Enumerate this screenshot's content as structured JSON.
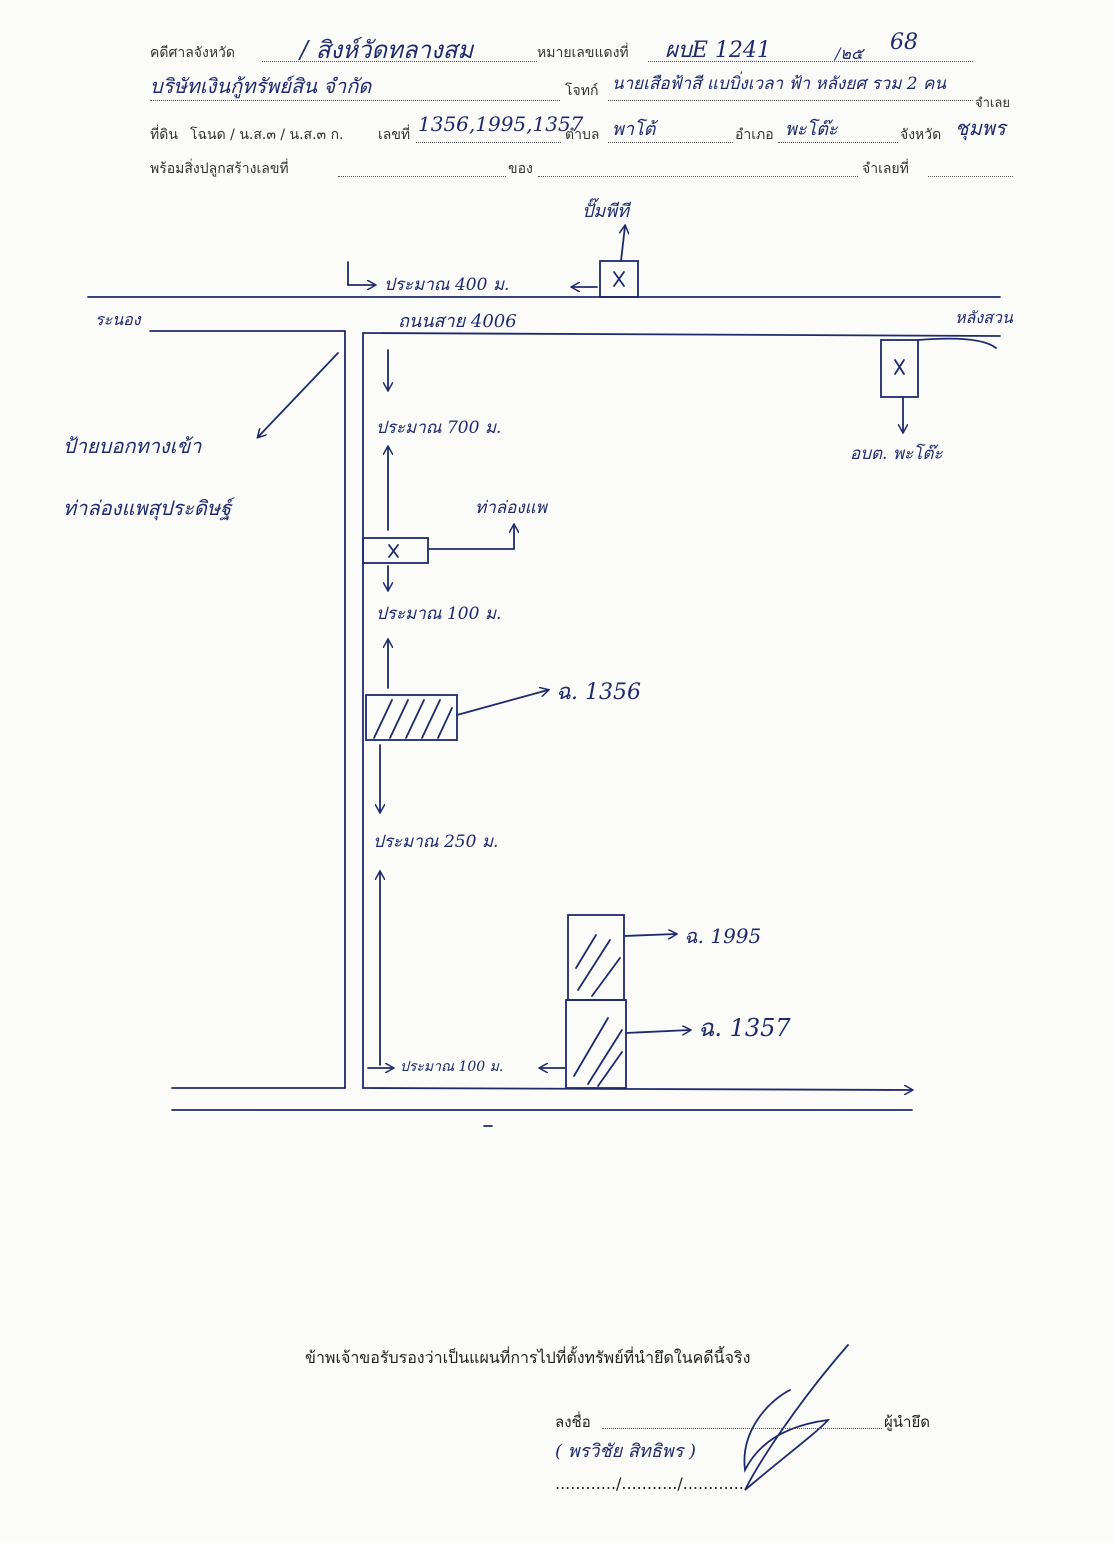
{
  "header": {
    "court_label": "คดีศาลจังหวัด",
    "court_value": "/ สิงห์วัดทลางสม",
    "case_no_label": "หมายเลขแดงที่",
    "case_no_value": "ผบE 1241",
    "case_year_sep": "/๒๕",
    "case_year": "68",
    "plaintiff_value": "บริษัทเงินกู้ทรัพย์สิน จำกัด",
    "defendant_label": "โจทก์",
    "defendant_value": "นายเสือฟ้าสี แบบิ่งเวลา ฟ้า หลังยศ รวม 2 คน",
    "debtor_label": "จำเลย",
    "land_label": "ที่ดิน",
    "land_doc_types": "โฉนด / น.ส.๓ / น.ส.๓ ก.",
    "land_no_label": "เลขที่",
    "land_no_value": "1356,1995,1357",
    "subdistrict_label": "ตำบล",
    "subdistrict_value": "พาโต้",
    "district_label": "อำเภอ",
    "district_value": "พะโต๊ะ",
    "province_label": "จังหวัด",
    "province_value": "ชุมพร",
    "building_label": "พร้อมสิ่งปลูกสร้างเลขที่",
    "of_label": "ของ",
    "debtor_no_label": "จำเลยที่"
  },
  "map": {
    "gas_station": "ปั๊มพีที",
    "dist_gas": "ประมาณ 400 ม.",
    "left_place": "ระนอง",
    "road_name": "ถนนสาย 4006",
    "right_place": "หลังสวน",
    "sign_line1": "ป้ายบอกทางเข้า",
    "sign_line2": "ท่าล่องแพสุประดิษฐ์",
    "dist_700": "ประมาณ 700 ม.",
    "raft_pier": "ท่าล่องแพ",
    "office": "อบต. พะโต๊ะ",
    "dist_100a": "ประมาณ 100 ม.",
    "plot_1356": "ฉ. 1356",
    "dist_250": "ประมาณ 250 ม.",
    "plot_1995": "ฉ. 1995",
    "plot_1357": "ฉ. 1357",
    "dist_100b": "ประมาณ 100 ม."
  },
  "certification": {
    "statement": "ข้าพเจ้าขอรับรองว่าเป็นแผนที่การไปที่ตั้งทรัพย์ที่นำยึดในคดีนี้จริง",
    "sign_label": "ลงชื่อ",
    "signer_role": "ผู้นำยึด",
    "signer_name": "( พรวิชัย  สิทธิพร )",
    "date_line": "............/.........../............"
  }
}
